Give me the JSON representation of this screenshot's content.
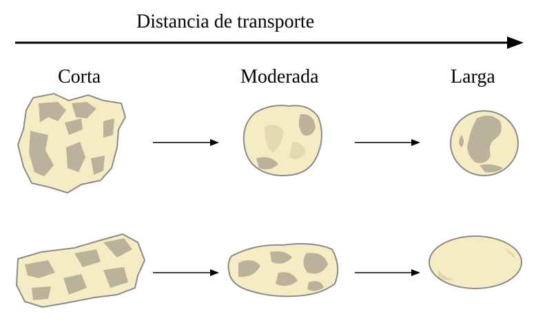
{
  "diagram": {
    "title": "Distancia de transporte",
    "stages": [
      {
        "label": "Corta"
      },
      {
        "label": "Moderada"
      },
      {
        "label": "Larga"
      }
    ],
    "colors": {
      "grain_fill": "#f6ecc4",
      "grain_mottle": "#bab29a",
      "outline": "#8a8a8a",
      "arrow": "#000000"
    }
  }
}
